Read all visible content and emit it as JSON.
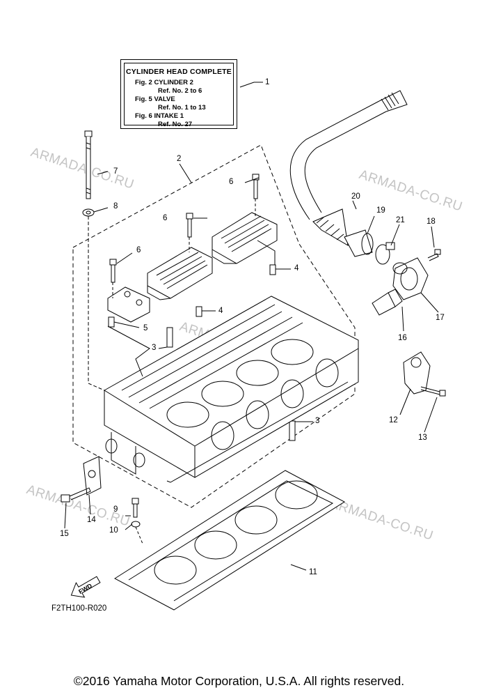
{
  "legend": {
    "title": "CYLINDER HEAD COMPLETE",
    "lines": [
      "Fig.  2 CYLINDER 2",
      "Ref. No. 2 to 6",
      "Fig.  5 VALVE",
      "Ref. No. 1 to 13",
      "Fig.  6 INTAKE 1",
      "Ref. No. 27"
    ]
  },
  "callouts": [
    "1",
    "2",
    "3",
    "3",
    "4",
    "4",
    "5",
    "6",
    "6",
    "6",
    "7",
    "8",
    "9",
    "10",
    "11",
    "12",
    "13",
    "14",
    "15",
    "16",
    "17",
    "18",
    "19",
    "20",
    "21"
  ],
  "watermark": "ARMADA-CO.RU",
  "fwd_label": "FWD",
  "diagram_code": "F2TH100-R020",
  "copyright": "©2016 Yamaha Motor Corporation, U.S.A. All rights reserved."
}
